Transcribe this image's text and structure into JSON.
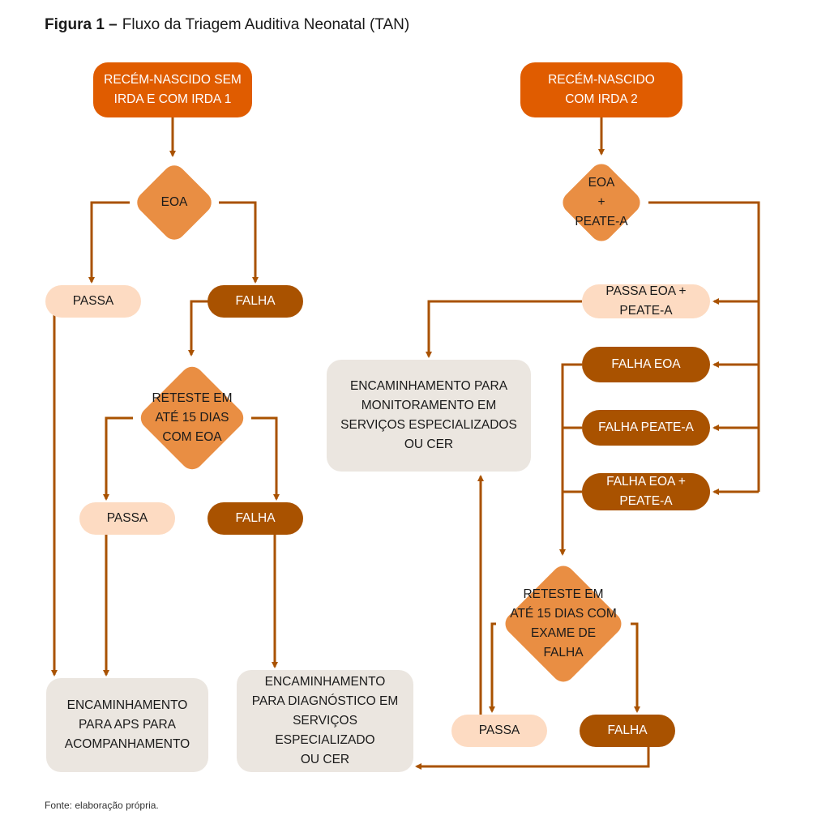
{
  "figure": {
    "label": "Figura 1 –",
    "title": "Fluxo da Triagem Auditiva Neonatal (TAN)",
    "source": "Fonte: elaboração própria."
  },
  "colors": {
    "start": "#E05C00",
    "decision": "#E98E43",
    "pass": "#FDDBC2",
    "fail": "#A95200",
    "outcome": "#EBE6E0",
    "connector": "#A95200",
    "text_dark": "#1a1a1a",
    "text_light": "#ffffff"
  },
  "nodes": {
    "start_left": {
      "lines": [
        "RECÉM-NASCIDO SEM",
        "IRDA E COM IRDA 1"
      ]
    },
    "start_right": {
      "lines": [
        "RECÉM-NASCIDO",
        "COM IRDA 2"
      ]
    },
    "dec_eoa": {
      "lines": [
        "EOA"
      ]
    },
    "dec_eoa_peate": {
      "lines": [
        "EOA",
        "+",
        "PEATE-A"
      ]
    },
    "pass_1": {
      "lines": [
        "PASSA"
      ]
    },
    "fail_1": {
      "lines": [
        "FALHA"
      ]
    },
    "dec_retest_left": {
      "lines": [
        "RETESTE EM",
        "ATÉ 15 DIAS",
        "COM EOA"
      ]
    },
    "pass_2": {
      "lines": [
        "PASSA"
      ]
    },
    "fail_2": {
      "lines": [
        "FALHA"
      ]
    },
    "out_aps": {
      "lines": [
        "ENCAMINHAMENTO",
        "PARA APS PARA",
        "ACOMPANHAMENTO"
      ]
    },
    "out_diag": {
      "lines": [
        "ENCAMINHAMENTO",
        "PARA DIAGNÓSTICO EM",
        "SERVIÇOS",
        "ESPECIALIZADO",
        "OU CER"
      ]
    },
    "pass_eoa_peate": {
      "lines": [
        "PASSA EOA +",
        "PEATE-A"
      ]
    },
    "fail_eoa": {
      "lines": [
        "FALHA EOA"
      ]
    },
    "fail_peate": {
      "lines": [
        "FALHA PEATE-A"
      ]
    },
    "fail_eoa_peate": {
      "lines": [
        "FALHA EOA +",
        "PEATE-A"
      ]
    },
    "out_monitor": {
      "lines": [
        "ENCAMINHAMENTO PARA",
        "MONITORAMENTO EM",
        "SERVIÇOS ESPECIALIZADOS",
        "OU CER"
      ]
    },
    "dec_retest_right": {
      "lines": [
        "RETESTE EM",
        "ATÉ 15 DIAS COM",
        "EXAME DE",
        "FALHA"
      ]
    },
    "pass_3": {
      "lines": [
        "PASSA"
      ]
    },
    "fail_3": {
      "lines": [
        "FALHA"
      ]
    }
  }
}
